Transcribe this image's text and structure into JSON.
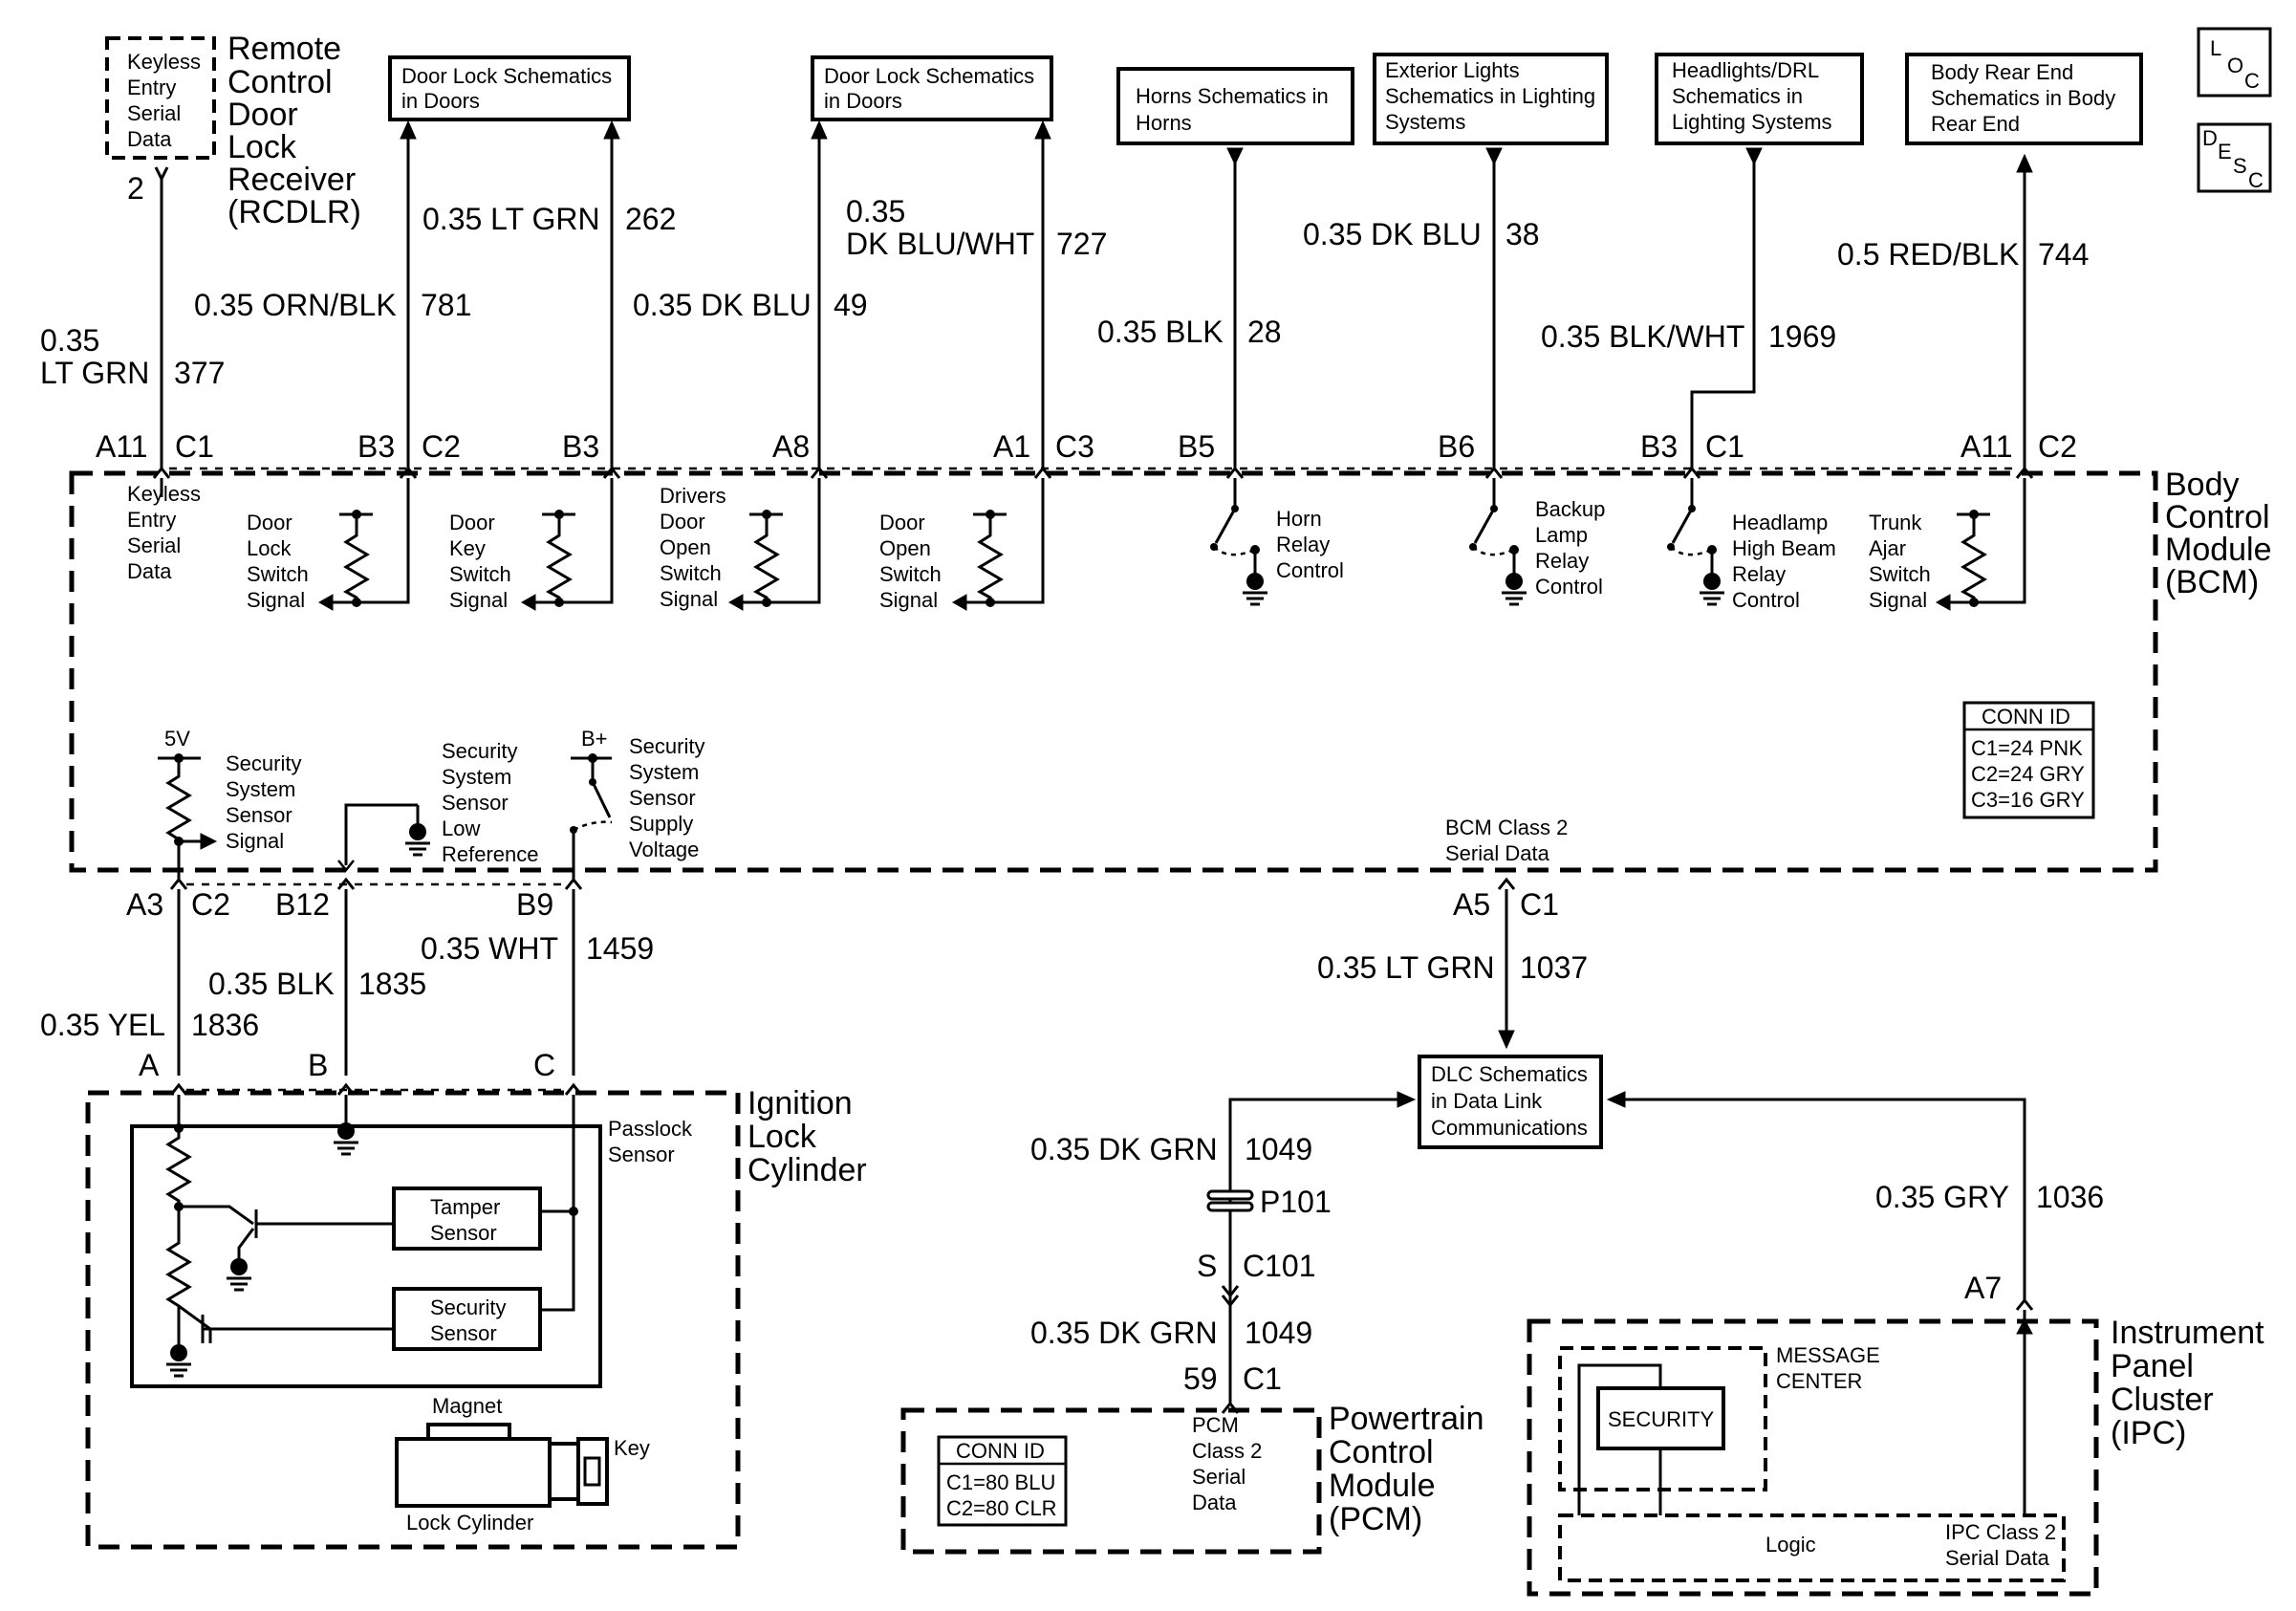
{
  "loc_desc": {
    "loc": [
      "L",
      "O",
      "C"
    ],
    "desc": [
      "D",
      "E",
      "S",
      "C"
    ]
  },
  "rcdlr": {
    "lines": [
      "Remote",
      "Control",
      "Door",
      "Lock",
      "Receiver",
      "(RCDLR)"
    ],
    "inner_lines": [
      "Keyless",
      "Entry",
      "Serial",
      "Data"
    ],
    "pin": "2"
  },
  "ref_boxes": {
    "door_lock_1": [
      "Door Lock Schematics",
      "in Doors"
    ],
    "door_lock_2": [
      "Door Lock Schematics",
      "in Doors"
    ],
    "horns": [
      "Horns Schematics in",
      "Horns"
    ],
    "ext_lights": [
      "Exterior Lights",
      "Schematics in Lighting",
      "Systems"
    ],
    "headlights": [
      "Headlights/DRL",
      "Schematics in",
      "Lighting Systems"
    ],
    "body_rear": [
      "Body Rear End",
      "Schematics in Body",
      "Rear End"
    ],
    "dlc": [
      "DLC Schematics",
      "in Data Link",
      "Communications"
    ]
  },
  "wires_top": {
    "w377": {
      "size": "0.35",
      "color": "LT GRN",
      "circuit": "377"
    },
    "w781": {
      "label": "0.35 ORN/BLK",
      "circuit": "781"
    },
    "w262": {
      "label": "0.35 LT GRN",
      "circuit": "262"
    },
    "w49": {
      "label": "0.35 DK BLU",
      "circuit": "49"
    },
    "w727": {
      "size": "0.35",
      "color": "DK BLU/WHT",
      "circuit": "727"
    },
    "w28": {
      "label": "0.35 BLK",
      "circuit": "28"
    },
    "w38": {
      "label": "0.35 DK BLU",
      "circuit": "38"
    },
    "w1969": {
      "label": "0.35 BLK/WHT",
      "circuit": "1969"
    },
    "w744": {
      "label": "0.5 RED/BLK",
      "circuit": "744"
    }
  },
  "pins_top": {
    "p1": [
      "A11",
      "C1"
    ],
    "p2": [
      "B3",
      "C2"
    ],
    "p3": [
      "B3"
    ],
    "p4": [
      "A8"
    ],
    "p5": [
      "A1",
      "C3"
    ],
    "p6": [
      "B5"
    ],
    "p7": [
      "B6"
    ],
    "p8": [
      "B3",
      "C1"
    ],
    "p9": [
      "A11",
      "C2"
    ]
  },
  "bcm": {
    "title_lines": [
      "Body",
      "Control",
      "Module",
      "(BCM)"
    ],
    "keyless": [
      "Keyless",
      "Entry",
      "Serial",
      "Data"
    ],
    "door_lock_sw": [
      "Door",
      "Lock",
      "Switch",
      "Signal"
    ],
    "door_key_sw": [
      "Door",
      "Key",
      "Switch",
      "Signal"
    ],
    "drivers_door_sw": [
      "Drivers",
      "Door",
      "Open",
      "Switch",
      "Signal"
    ],
    "door_open_sw": [
      "Door",
      "Open",
      "Switch",
      "Signal"
    ],
    "horn_relay": [
      "Horn",
      "Relay",
      "Control"
    ],
    "backup_relay": [
      "Backup",
      "Lamp",
      "Relay",
      "Control"
    ],
    "headlamp_relay": [
      "Headlamp",
      "High Beam",
      "Relay",
      "Control"
    ],
    "trunk_ajar": [
      "Trunk",
      "Ajar",
      "Switch",
      "Signal"
    ],
    "conn_id": {
      "title": "CONN ID",
      "rows": [
        "C1=24 PNK",
        "C2=24 GRY",
        "C3=16 GRY"
      ]
    },
    "five_v": "5V",
    "b_plus": "B+",
    "sec_sensor_signal": [
      "Security",
      "System",
      "Sensor",
      "Signal"
    ],
    "sec_low_ref": [
      "Security",
      "System",
      "Sensor",
      "Low",
      "Reference"
    ],
    "sec_supply": [
      "Security",
      "System",
      "Sensor",
      "Supply",
      "Voltage"
    ],
    "class2": [
      "BCM Class 2",
      "Serial Data"
    ]
  },
  "pins_bottom": {
    "a3": [
      "A3",
      "C2"
    ],
    "b12": [
      "B12"
    ],
    "b9": [
      "B9"
    ],
    "a5": [
      "A5",
      "C1"
    ]
  },
  "wires_bottom": {
    "w1836": {
      "label": "0.35 YEL",
      "circuit": "1836"
    },
    "w1835": {
      "label": "0.35 BLK",
      "circuit": "1835"
    },
    "w1459": {
      "label": "0.35 WHT",
      "circuit": "1459"
    },
    "w1037": {
      "label": "0.35 LT GRN",
      "circuit": "1037"
    },
    "w1049a": {
      "label": "0.35 DK GRN",
      "circuit": "1049"
    },
    "w1049b": {
      "label": "0.35 DK GRN",
      "circuit": "1049"
    },
    "w1036": {
      "label": "0.35 GRY",
      "circuit": "1036"
    }
  },
  "ignition": {
    "title_lines": [
      "Ignition",
      "Lock",
      "Cylinder"
    ],
    "pins": [
      "A",
      "B",
      "C"
    ],
    "passlock": [
      "Passlock",
      "Sensor"
    ],
    "tamper": [
      "Tamper",
      "Sensor"
    ],
    "security": [
      "Security",
      "Sensor"
    ],
    "magnet": "Magnet",
    "key": "Key",
    "lock_cylinder": "Lock Cylinder"
  },
  "splice": {
    "p101": "P101",
    "s": "S",
    "c101": "C101"
  },
  "pcm": {
    "title_lines": [
      "Powertrain",
      "Control",
      "Module",
      "(PCM)"
    ],
    "pins": [
      "59",
      "C1"
    ],
    "class2": [
      "PCM",
      "Class 2",
      "Serial",
      "Data"
    ],
    "conn_id": {
      "title": "CONN ID",
      "rows": [
        "C1=80 BLU",
        "C2=80 CLR"
      ]
    }
  },
  "ipc": {
    "title_lines": [
      "Instrument",
      "Panel",
      "Cluster",
      "(IPC)"
    ],
    "pin": "A7",
    "message_center": [
      "MESSAGE",
      "CENTER"
    ],
    "security": "SECURITY",
    "logic": "Logic",
    "class2": [
      "IPC Class 2",
      "Serial Data"
    ]
  }
}
